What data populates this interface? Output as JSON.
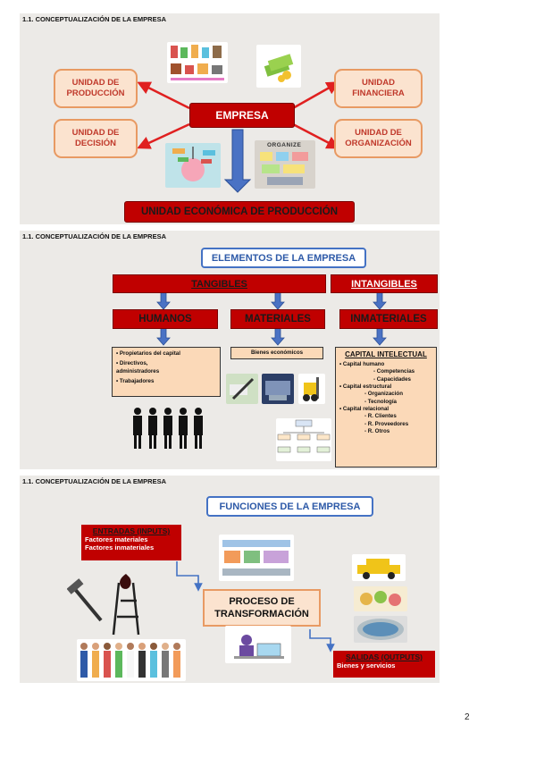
{
  "page_number": "2",
  "slide1": {
    "title": "1.1. CONCEPTUALIZACIÓN DE LA EMPRESA",
    "unidad_produccion": "UNIDAD DE PRODUCCIÓN",
    "unidad_decision": "UNIDAD DE DECISIÓN",
    "unidad_financiera": "UNIDAD FINANCIERA",
    "unidad_organizacion": "UNIDAD DE ORGANIZACIÓN",
    "empresa": "EMPRESA",
    "bottom_banner": "UNIDAD ECONÓMICA DE PRODUCCIÓN",
    "organize_label": "ORGANIZE"
  },
  "slide2": {
    "title": "1.1. CONCEPTUALIZACIÓN DE LA EMPRESA",
    "header": "ELEMENTOS DE LA EMPRESA",
    "tangibles": "TANGIBLES",
    "intangibles": "INTANGIBLES",
    "humanos": "HUMANOS",
    "materiales": "MATERIALES",
    "inmateriales": "INMATERIALES",
    "humanos_items": [
      "• Propietarios del capital",
      "• Directivos,",
      "administradores",
      "• Trabajadores"
    ],
    "materiales_item": "Bienes económicos",
    "capital_title": "CAPITAL INTELECTUAL",
    "capital_items": [
      "• Capital humano",
      "- Competencias",
      "- Capacidades",
      "• Capital estructural",
      "- Organización",
      "- Tecnología",
      "• Capital relacional",
      "- R. Clientes",
      "- R. Proveedores",
      "- R. Otros"
    ]
  },
  "slide3": {
    "title": "1.1. CONCEPTUALIZACIÓN DE LA EMPRESA",
    "header": "FUNCIONES DE LA EMPRESA",
    "entradas_title": "ENTRADAS (INPUTS)",
    "entradas_line1": "Factores materiales",
    "entradas_line2": "Factores inmateriales",
    "proceso": "PROCESO DE TRANSFORMACIÓN",
    "salidas_title": "SALIDAS (OUTPUTS)",
    "salidas_line": "Bienes y servicios"
  },
  "colors": {
    "red": "#c00000",
    "orange_border": "#e89a63",
    "orange_fill": "#fbe3cf",
    "blue": "#4472c4",
    "slide_bg": "#eceae7"
  }
}
